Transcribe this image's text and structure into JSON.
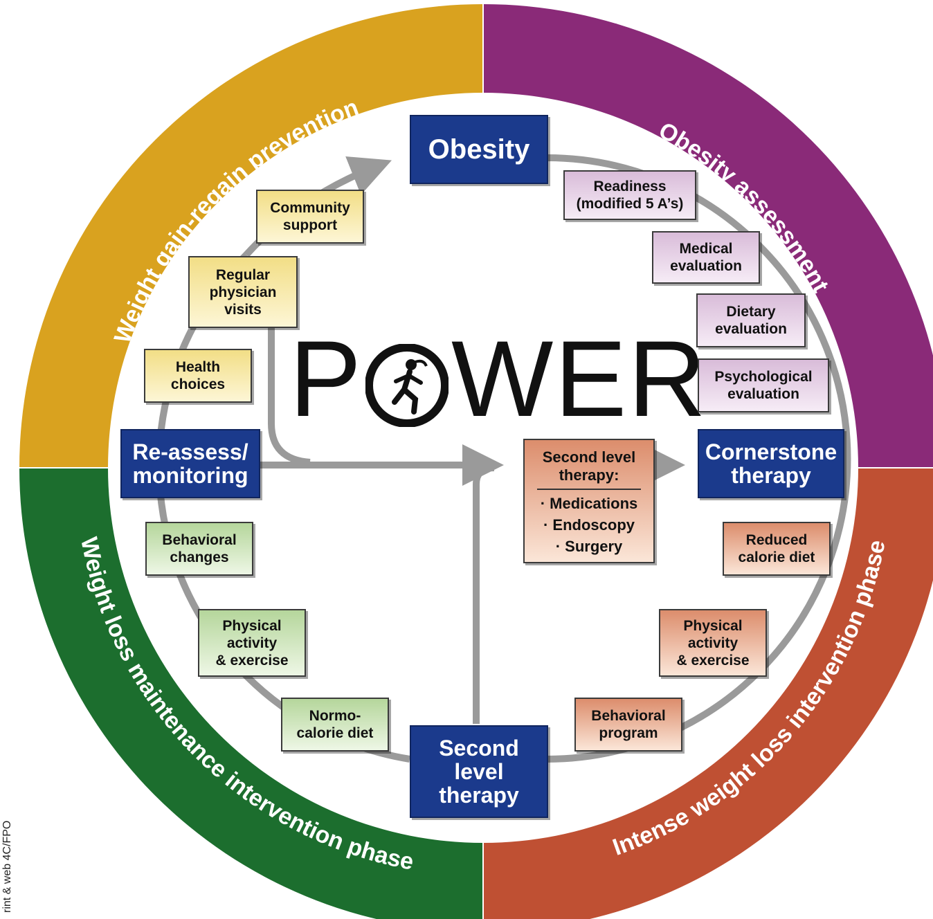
{
  "phases": {
    "top_left": "Weight gain-regain prevention",
    "top_right": "Obesity assessment",
    "bottom_right": "Intense weight loss intervention phase",
    "bottom_left": "Weight loss maintenance intervention phase"
  },
  "colors": {
    "gold": "#d9a21f",
    "purple": "#8a2a78",
    "red_orange": "#bf5033",
    "green": "#1c6e2e",
    "navy": "#1b3a8c",
    "connector": "#9a9a9a"
  },
  "center": {
    "title_left": "P",
    "title_right": "WER",
    "runner_icon": "runner-icon"
  },
  "key_nodes": {
    "obesity": "Obesity",
    "cornerstone": [
      "Cornerstone",
      "therapy"
    ],
    "second_level": [
      "Second",
      "level",
      "therapy"
    ],
    "reassess": [
      "Re-assess/",
      "monitoring"
    ]
  },
  "assessment_steps": [
    [
      "Readiness",
      "(modified 5 A’s)"
    ],
    [
      "Medical",
      "evaluation"
    ],
    [
      "Dietary",
      "evaluation"
    ],
    [
      "Psychological",
      "evaluation"
    ]
  ],
  "intense_steps": [
    [
      "Reduced",
      "calorie diet"
    ],
    [
      "Physical",
      "activity",
      "& exercise"
    ],
    [
      "Behavioral",
      "program"
    ]
  ],
  "maintenance_steps": [
    [
      "Normo-",
      "calorie diet"
    ],
    [
      "Physical",
      "activity",
      "& exercise"
    ],
    [
      "Behavioral",
      "changes"
    ]
  ],
  "prevention_steps": [
    [
      "Health",
      "choices"
    ],
    [
      "Regular",
      "physician",
      "visits"
    ],
    [
      "Community",
      "support"
    ]
  ],
  "second_level_therapy": {
    "heading": [
      "Second level",
      "therapy:"
    ],
    "items": [
      "· Medications",
      "· Endoscopy",
      "· Surgery"
    ]
  },
  "side_note": "rint & web 4C/FPO"
}
